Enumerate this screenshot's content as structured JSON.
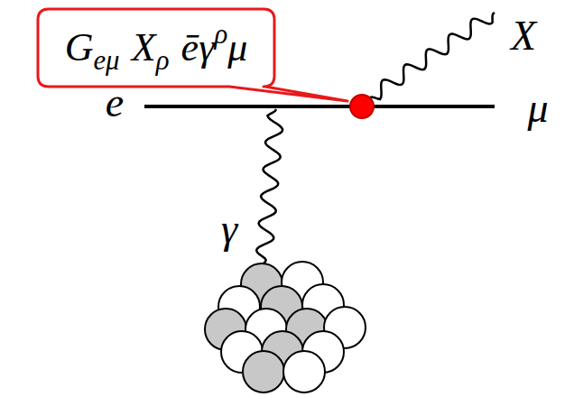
{
  "diagram": {
    "nodes": [
      {
        "text": [
          "G",
          "eμ",
          "X",
          "ρ",
          "ē",
          "γ",
          "ρ",
          "μ"
        ]
      }
    ],
    "labels": [
      "e",
      "μ",
      "X",
      "γ"
    ]
  }
}
